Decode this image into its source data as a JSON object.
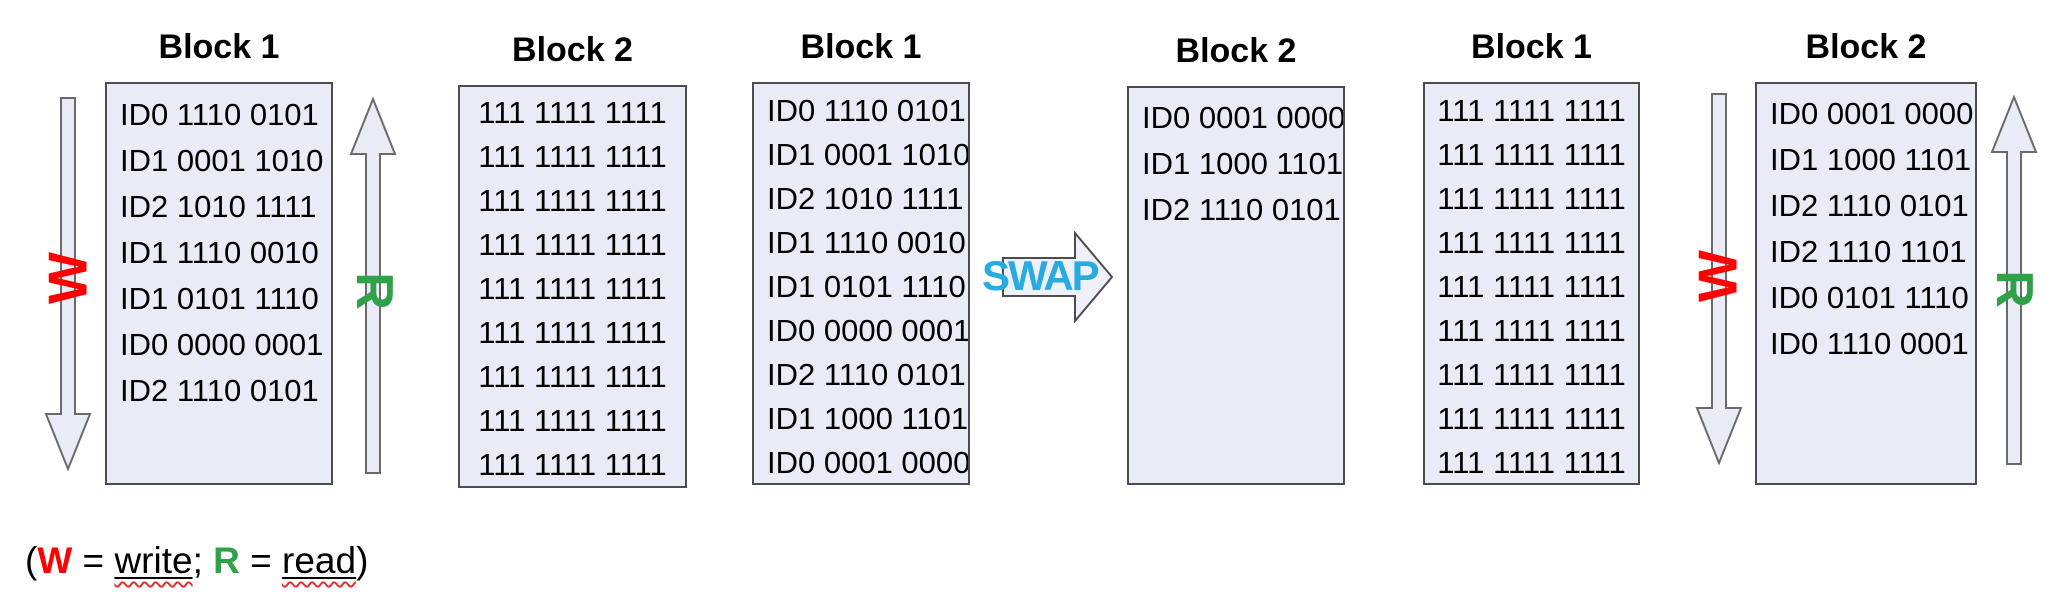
{
  "colors": {
    "write": "#ff0000",
    "read": "#2fa148",
    "swap": "#29abe2",
    "block_fill": "#e9ecf6",
    "block_border": "#4c4c4c"
  },
  "panels": [
    {
      "title": "Block 1",
      "rows": [
        "ID0 1110 0101",
        "ID1 0001 1010",
        "ID2 1010 1111",
        "ID1 1110 0010",
        "ID1 0101 1110",
        "ID0 0000 0001",
        "ID2 1110 0101"
      ]
    },
    {
      "title": "Block 2",
      "rows": [
        "111 1111 1111",
        "111 1111 1111",
        "111 1111 1111",
        "111 1111 1111",
        "111 1111 1111",
        "111 1111 1111",
        "111 1111 1111",
        "111 1111 1111",
        "111 1111 1111"
      ]
    },
    {
      "title": "Block 1",
      "rows": [
        "ID0 1110 0101",
        "ID1 0001 1010",
        "ID2 1010 1111",
        "ID1 1110 0010",
        "ID1 0101 1110",
        "ID0 0000 0001",
        "ID2 1110 0101",
        "ID1 1000 1101",
        "ID0 0001 0000"
      ]
    },
    {
      "title": "Block 2",
      "rows": [
        "ID0 0001 0000",
        "ID1 1000 1101",
        "ID2 1110 0101"
      ]
    },
    {
      "title": "Block 1",
      "rows": [
        "111 1111 1111",
        "111 1111 1111",
        "111 1111 1111",
        "111 1111 1111",
        "111 1111 1111",
        "111 1111 1111",
        "111 1111 1111",
        "111 1111 1111",
        "111 1111 1111"
      ]
    },
    {
      "title": "Block 2",
      "rows": [
        "ID0 0001 0000",
        "ID1 1000 1101",
        "ID2 1110 0101",
        "ID2 1110 1101",
        "ID0 0101 1110",
        "ID0 1110 0001"
      ]
    }
  ],
  "arrows": {
    "write_label": "W",
    "read_label": "R",
    "swap_label": "SWAP"
  },
  "legend": {
    "prefix": "(",
    "write_letter": "W",
    "write_eq": " = ",
    "write_word": "write",
    "separator": "; ",
    "read_letter": "R",
    "read_eq": " = ",
    "read_word": "read",
    "suffix": ")"
  }
}
